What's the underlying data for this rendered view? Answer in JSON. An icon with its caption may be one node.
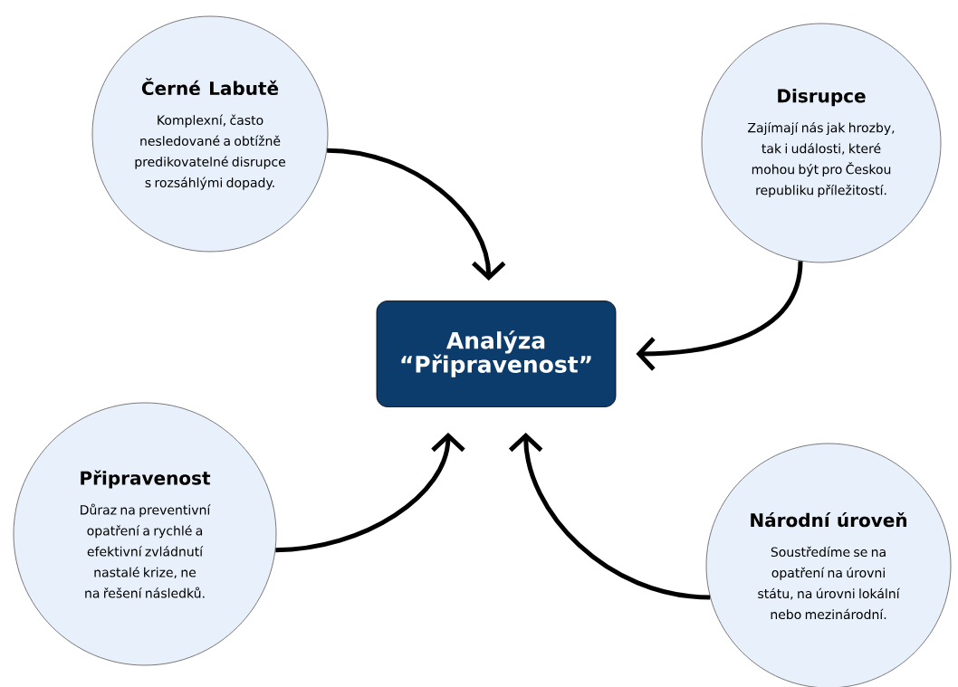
{
  "diagram": {
    "nodes": [
      {
        "text": [
          "Černé Labutě",
          "Komplexní, často nesledované a obtížně predikovatelné disrupce s rozsáhlými dopady."
        ]
      },
      {
        "text": [
          "Disrupce",
          "Zajímají nás jak hrozby, tak i události, které mohou být pro Českou republiku příležitostí."
        ]
      },
      {
        "text": [
          "Analýza “Připravenost”"
        ]
      },
      {
        "text": [
          "Připravenost",
          "Důraz na preventivní opatření a rychlé a efektivní zvládnutí nastalé krize, ne na řešení následků."
        ]
      },
      {
        "text": [
          "Národní úroveň",
          "Soustředíme se na opatření na úrovni státu, na úrovni lokální nebo mezinárodní."
        ]
      }
    ],
    "edges": [
      {
        "from": 0,
        "to": 2,
        "arrow": "to"
      },
      {
        "from": 1,
        "to": 2,
        "arrow": "to"
      },
      {
        "from": 3,
        "to": 2,
        "arrow": "to"
      },
      {
        "from": 4,
        "to": 2,
        "arrow": "to"
      }
    ]
  }
}
